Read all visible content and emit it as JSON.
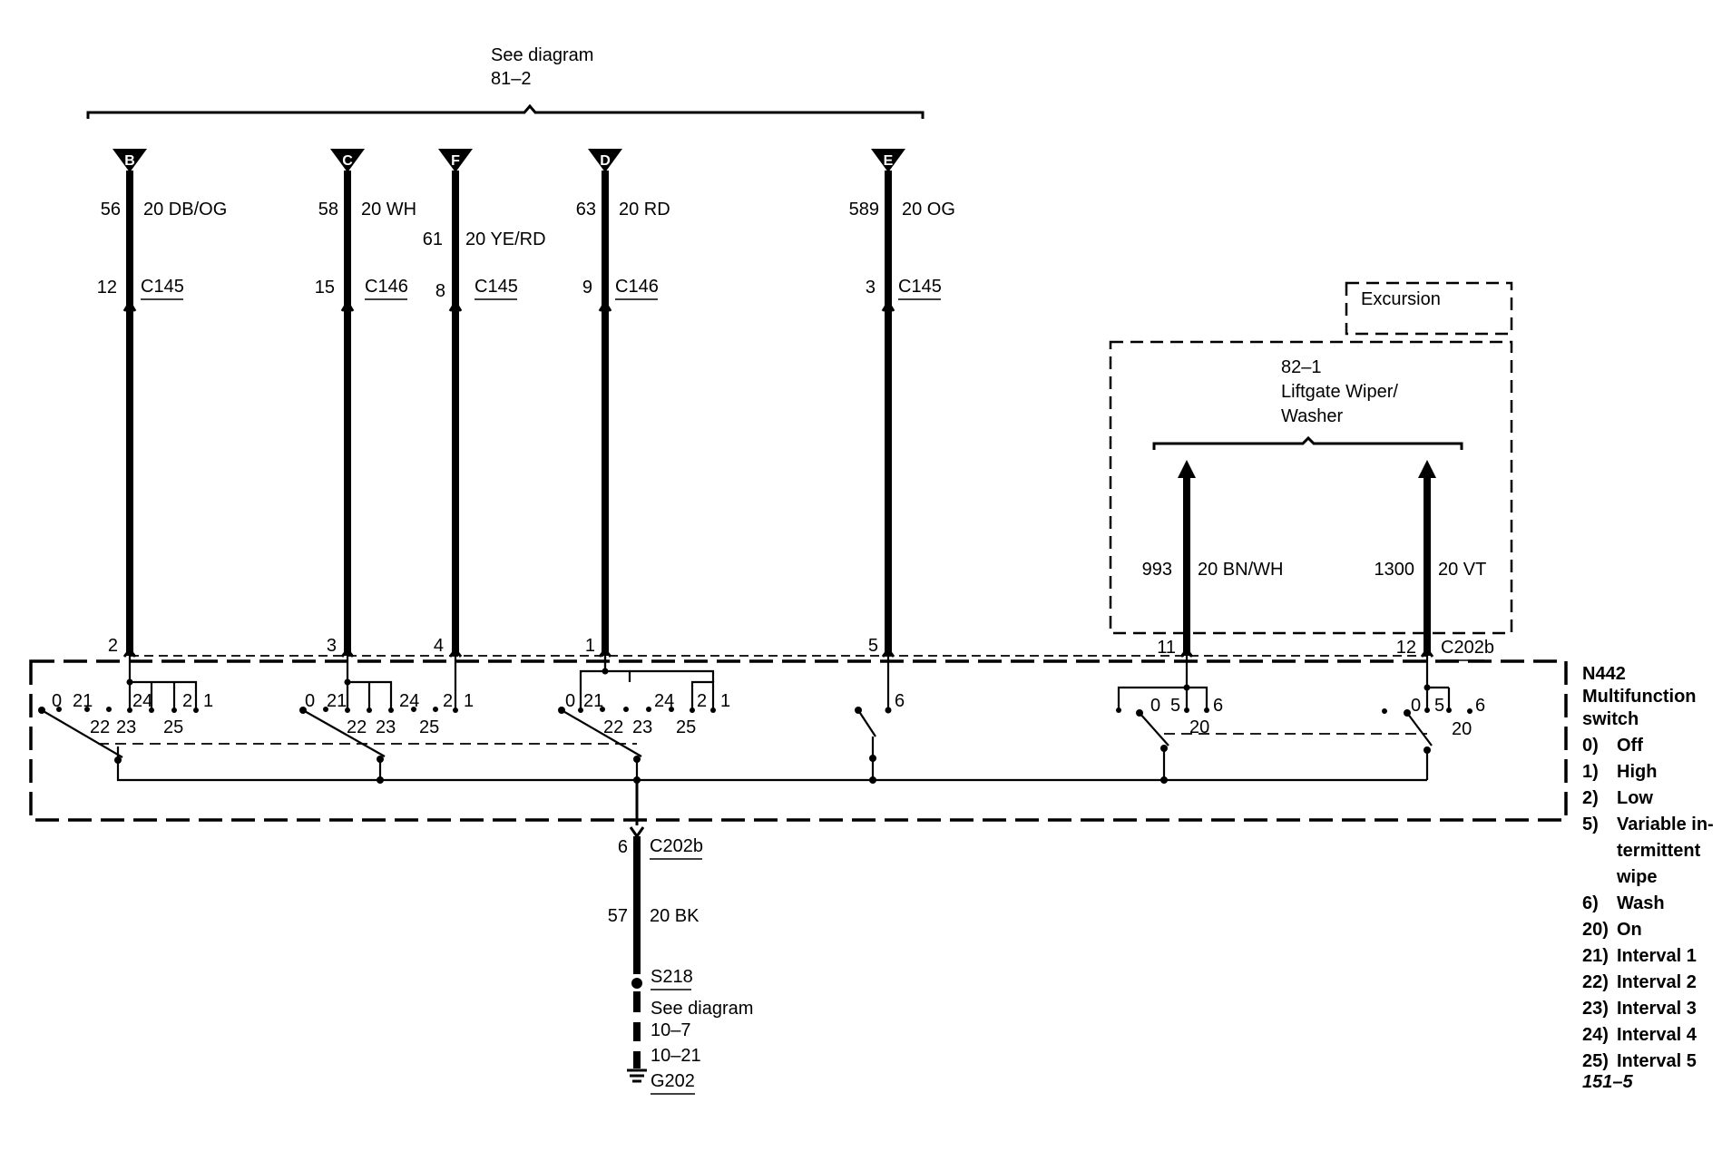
{
  "top_ref": {
    "line1": "See diagram",
    "line2": "81–2"
  },
  "connectors": [
    {
      "letter": "B",
      "circuit": "56",
      "wire": "20 DB/OG",
      "pin": "12",
      "conn": "C145",
      "sw_pin": "2"
    },
    {
      "letter": "C",
      "circuit": "58",
      "wire": "20 WH",
      "pin": "15",
      "conn": "C146",
      "sw_pin": "3"
    },
    {
      "letter": "F",
      "circuit": "61",
      "wire": "20 YE/RD",
      "pin": "8",
      "conn": "C145",
      "sw_pin": "4"
    },
    {
      "letter": "D",
      "circuit": "63",
      "wire": "20 RD",
      "pin": "9",
      "conn": "C146",
      "sw_pin": "1"
    },
    {
      "letter": "E",
      "circuit": "589",
      "wire": "20 OG",
      "pin": "3",
      "conn": "C145",
      "sw_pin": "5"
    }
  ],
  "excursion": {
    "label": "Excursion"
  },
  "liftgate": {
    "line1": "82–1",
    "line2": "Liftgate Wiper/",
    "line3": "Washer",
    "wires": [
      {
        "circuit": "993",
        "wire": "20 BN/WH",
        "sw_pin": "11"
      },
      {
        "circuit": "1300",
        "wire": "20 VT",
        "sw_pin": "12",
        "conn": "C202b"
      }
    ]
  },
  "switch_groups": {
    "g1": {
      "l0": "0",
      "l21": "21",
      "l24": "24",
      "l2": "2",
      "l1": "1",
      "l22": "22",
      "l23": "23",
      "l25": "25"
    },
    "wash": "6",
    "r1": {
      "l0": "0",
      "l5": "5",
      "l6": "6",
      "l20": "20"
    }
  },
  "ground": {
    "pin": "6",
    "conn": "C202b",
    "circuit": "57",
    "wire": "20 BK",
    "splice": "S218",
    "ref1": "See diagram",
    "ref2": "10–7",
    "ref3": "10–21",
    "ground_id": "G202"
  },
  "legend": {
    "id": "N442",
    "title1": "Multifunction",
    "title2": "switch",
    "items": [
      {
        "k": "0)",
        "v": "Off"
      },
      {
        "k": "1)",
        "v": "High"
      },
      {
        "k": "2)",
        "v": "Low"
      },
      {
        "k": "5)",
        "v": "Variable in-"
      },
      {
        "k": "",
        "v": "termittent"
      },
      {
        "k": "",
        "v": "wipe"
      },
      {
        "k": "6)",
        "v": "Wash"
      },
      {
        "k": "20)",
        "v": "On"
      },
      {
        "k": "21)",
        "v": "Interval 1"
      },
      {
        "k": "22)",
        "v": "Interval 2"
      },
      {
        "k": "23)",
        "v": "Interval 3"
      },
      {
        "k": "24)",
        "v": "Interval 4"
      },
      {
        "k": "25)",
        "v": "Interval 5"
      }
    ],
    "fig": "151–5"
  }
}
